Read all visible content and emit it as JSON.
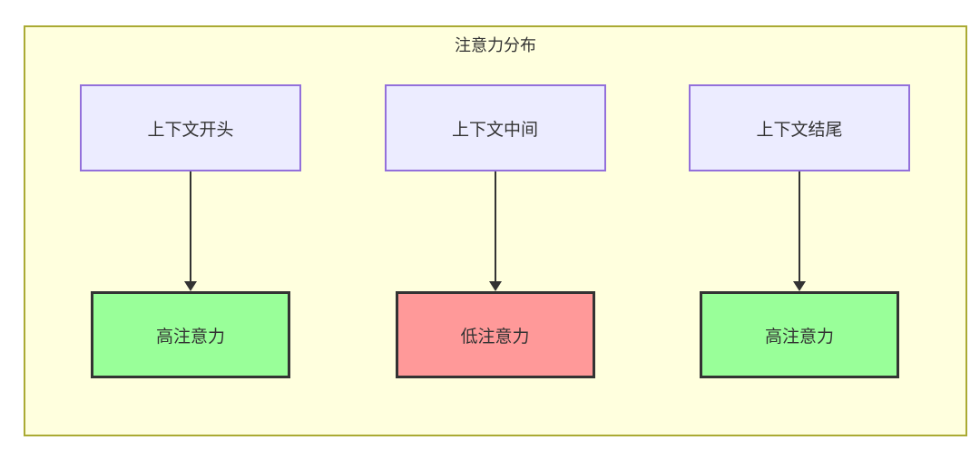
{
  "diagram": {
    "title": "注意力分布",
    "columns": [
      {
        "source": {
          "label": "上下文开头"
        },
        "result": {
          "label": "高注意力",
          "level": "high"
        }
      },
      {
        "source": {
          "label": "上下文中间"
        },
        "result": {
          "label": "低注意力",
          "level": "low"
        }
      },
      {
        "source": {
          "label": "上下文结尾"
        },
        "result": {
          "label": "高注意力",
          "level": "high"
        }
      }
    ],
    "colors": {
      "cluster_fill": "#ffffde",
      "cluster_border": "#aaaa33",
      "source_fill": "#ececff",
      "source_border": "#9370db",
      "result_high_fill": "#99ff99",
      "result_low_fill": "#ff9999",
      "result_border": "#333333",
      "arrow": "#333333",
      "text": "#333333"
    }
  }
}
